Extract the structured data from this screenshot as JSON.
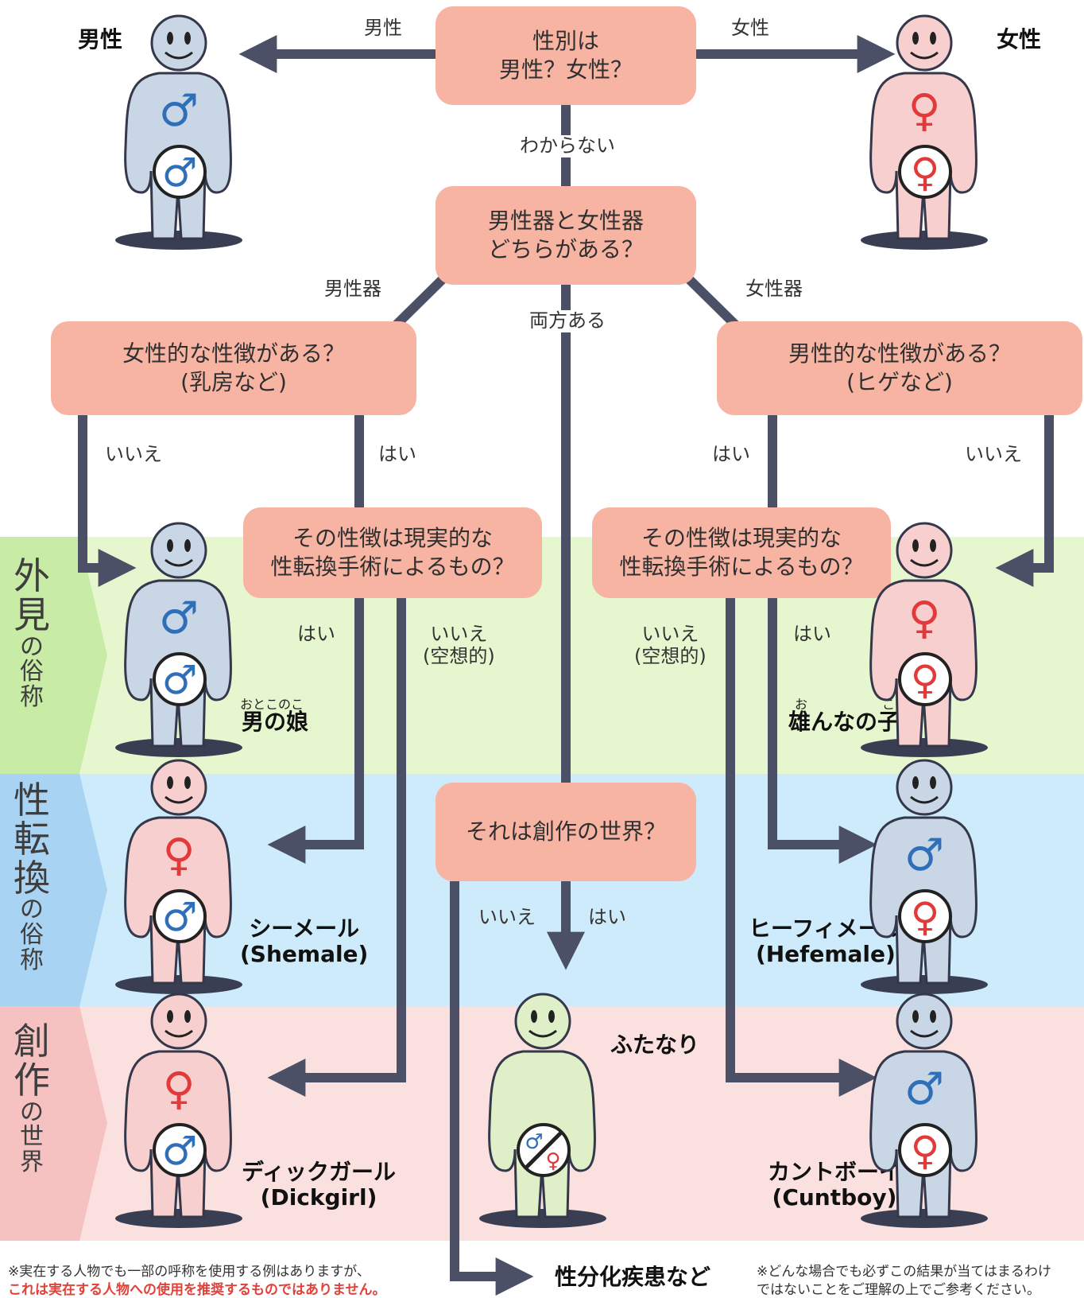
{
  "colors": {
    "box": "#f8b4a3",
    "arrow": "#4b5066",
    "band_appearance": "#e6f6cf",
    "band_transition": "#cdebfa",
    "band_fiction": "#fbe0e0",
    "male_body": "#c9d6e6",
    "female_body": "#f7cfcf",
    "futanari_body": "#dff0c8",
    "male_symbol": "#2f6fb7",
    "female_symbol": "#e23a3a"
  },
  "questions": {
    "q1": "性別は\n男性？女性？",
    "q2": "男性器と女性器\nどちらがある？",
    "q3_left": "女性的な性徴がある？\n(乳房など)",
    "q3_right": "男性的な性徴がある？\n(ヒゲなど)",
    "q4_left": "その性徴は現実的な\n性転換手術によるもの？",
    "q4_right": "その性徴は現実的な\n性転換手術によるもの？",
    "q5": "それは創作の世界？"
  },
  "edge_labels": {
    "male": "男性",
    "female": "女性",
    "unknown": "わからない",
    "male_organ": "男性器",
    "female_organ": "女性器",
    "both": "両方ある",
    "no_left": "いいえ",
    "yes_left": "はい",
    "yes_right": "はい",
    "no_right": "いいえ",
    "yes_left2": "はい",
    "no_fantasy_left": "いいえ\n(空想的)",
    "no_fantasy_right": "いいえ\n(空想的)",
    "yes_right2": "はい",
    "no_bottom": "いいえ",
    "yes_bottom": "はい"
  },
  "results": {
    "male": "男性",
    "female": "女性",
    "otokonoko": "男の娘",
    "otokonoko_ruby": "おとこのこ",
    "osunanoko": "雄んなの子",
    "osunanoko_ruby_o": "お",
    "osunanoko_ruby_ko": "こ",
    "shemale": "シーメール\n(Shemale)",
    "hefemale": "ヒーフィメール\n(Hefemale)",
    "futanari": "ふたなり",
    "dickgirl": "ディックガール\n(Dickgirl)",
    "cuntboy": "カントボーイ\n(Cuntboy)",
    "intersex": "性分化疾患など"
  },
  "bands": {
    "appearance": {
      "big": [
        "外",
        "見"
      ],
      "small": [
        "の",
        "俗",
        "称"
      ]
    },
    "transition": {
      "big": [
        "性",
        "転",
        "換"
      ],
      "small": [
        "の",
        "俗",
        "称"
      ]
    },
    "fiction": {
      "big": [
        "創",
        "作"
      ],
      "small": [
        "の",
        "世",
        "界"
      ]
    }
  },
  "notes": {
    "left_line1": "※実在する人物でも一部の呼称を使用する例はありますが、",
    "left_line2": "これは実在する人物への使用を推奨するものではありません。",
    "right_line1": "※どんな場合でも必ずこの結果が当てはまるわけ",
    "right_line2": "ではないことをご理解の上でご参考ください。"
  },
  "icons": {
    "male_symbol": "♂",
    "female_symbol": "♀"
  }
}
